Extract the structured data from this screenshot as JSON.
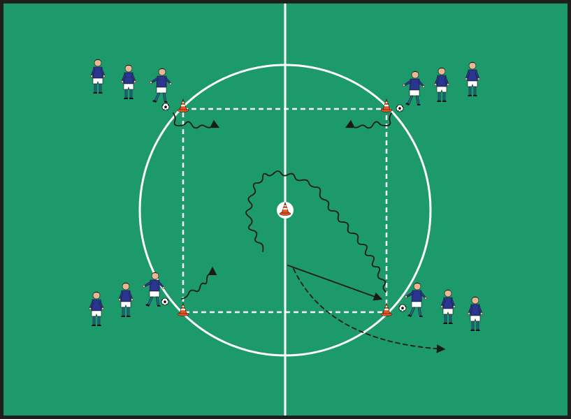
{
  "diagram": {
    "kind": "soccer-drill",
    "colors": {
      "frame": "#1f1f1f",
      "pitch": "#1c9a6b",
      "lines": "#ffffff",
      "shirt": "#2a3590",
      "shorts": "#ffffff",
      "socks": "#1f6a8a",
      "skin": "#e8b896",
      "hair": "#2a1a10",
      "cone": "#e8531f",
      "cone_stripe": "#ffffff",
      "path": "#1a1a1a"
    },
    "icons": {
      "cone": "traffic-cone-icon",
      "ball": "soccer-ball-icon",
      "player": "player-figure-icon"
    },
    "groups": [
      {
        "corner": "top-left",
        "players": 3,
        "balls": 1,
        "cone": true
      },
      {
        "corner": "top-right",
        "players": 3,
        "balls": 1,
        "cone": true
      },
      {
        "corner": "bottom-left",
        "players": 3,
        "balls": 1,
        "cone": true
      },
      {
        "corner": "bottom-right",
        "players": 3,
        "balls": 1,
        "cone": true
      }
    ],
    "center_cone": true,
    "square_style": "dashed",
    "paths": [
      {
        "type": "dribble",
        "from": "top-left",
        "direction": "inward"
      },
      {
        "type": "dribble",
        "from": "top-right",
        "direction": "inward"
      },
      {
        "type": "dribble",
        "from": "bottom-left",
        "direction": "inward"
      },
      {
        "type": "dribble",
        "from": "bottom-right",
        "direction": "to-center-and-back"
      },
      {
        "type": "pass",
        "from": "center",
        "to": "bottom-right"
      },
      {
        "type": "run",
        "from": "center",
        "to": "bottom-right-outside"
      }
    ]
  }
}
